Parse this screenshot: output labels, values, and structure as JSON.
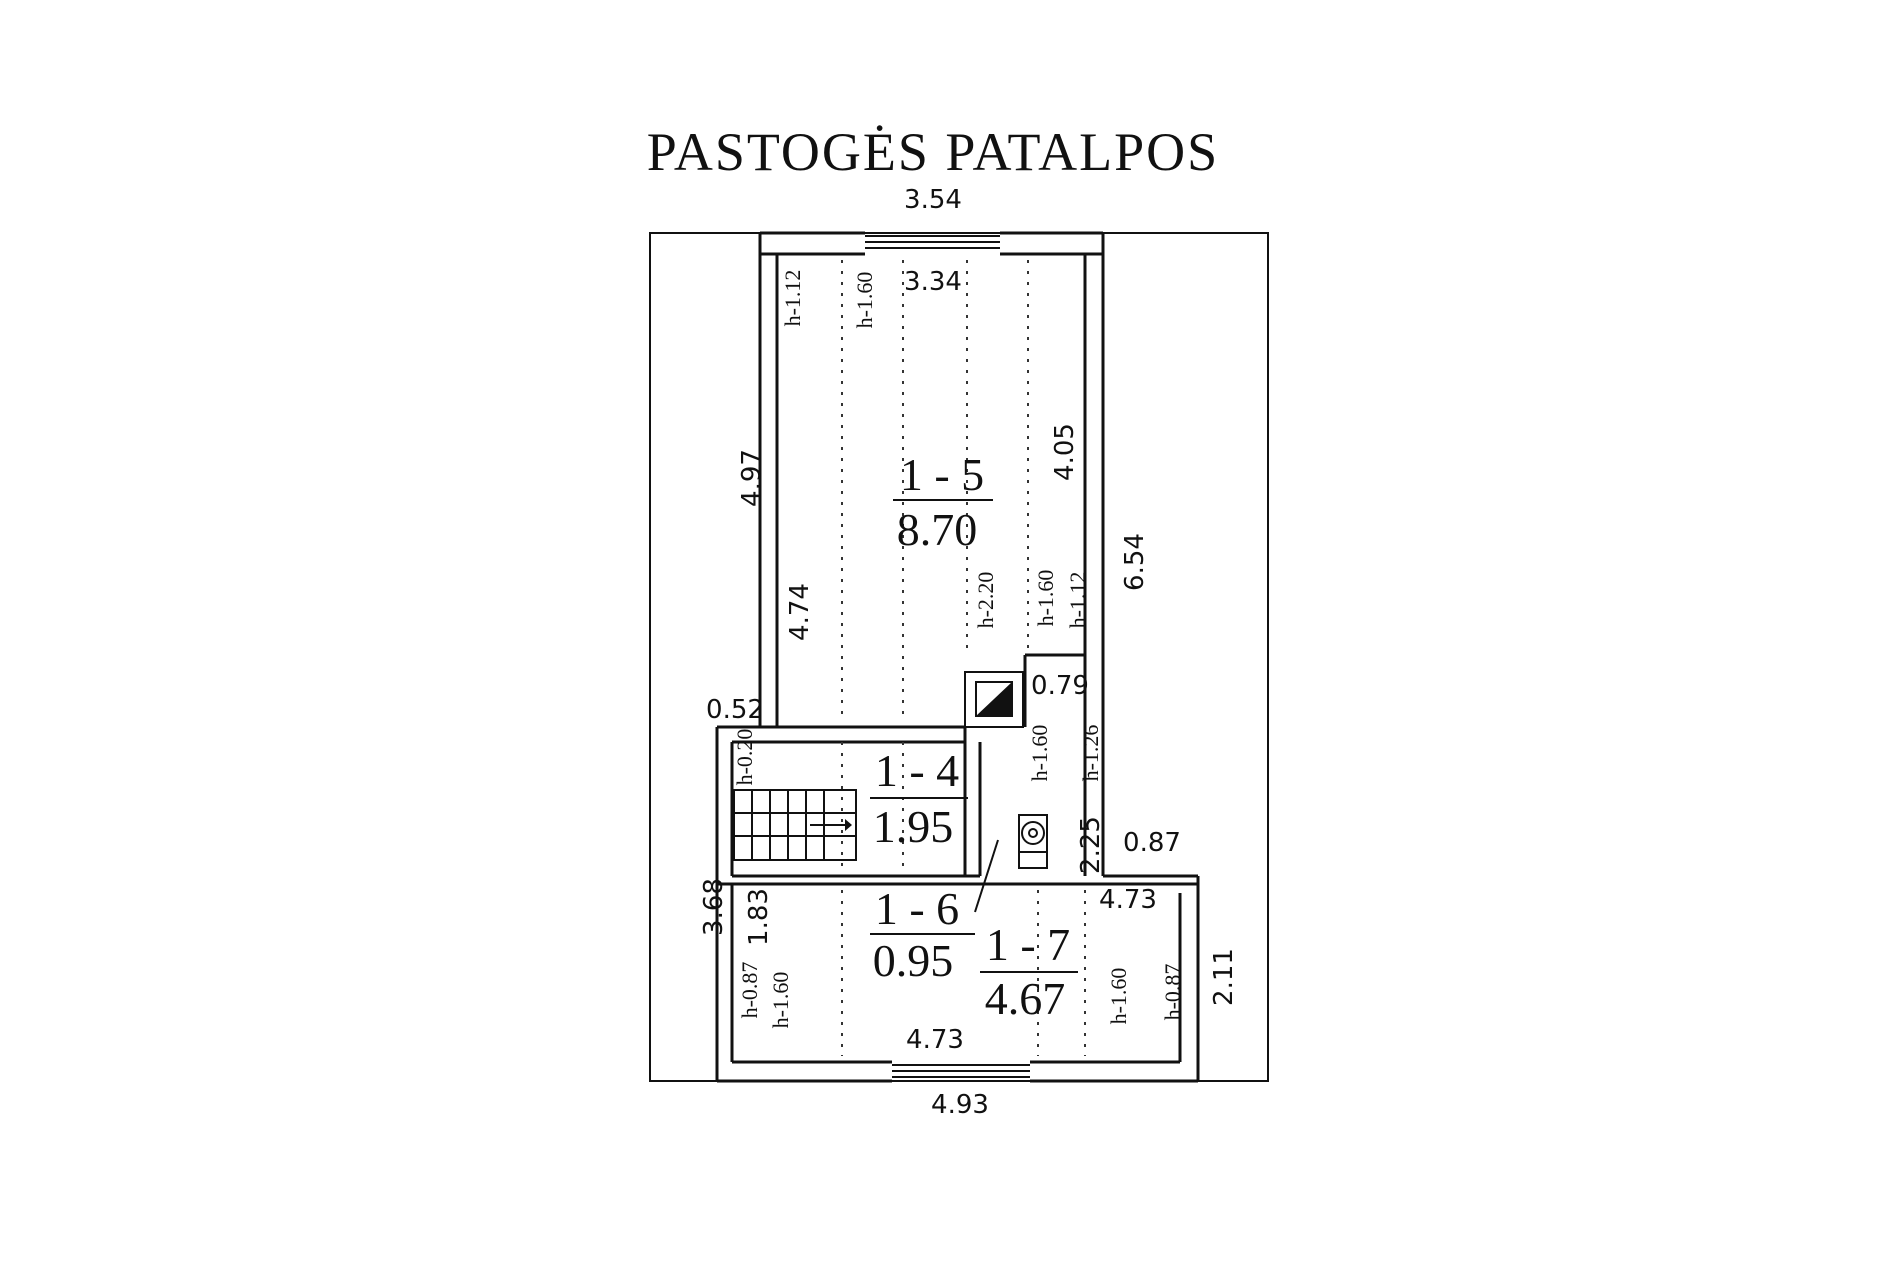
{
  "title": "PASTOGĖS PATALPOS",
  "dimensions": {
    "top_overall": "3.54",
    "bottom_overall": "4.93",
    "left_upper": "4.97",
    "right_upper": "6.54",
    "left_lower": "3.68",
    "right_lower": "2.11",
    "room15_top": "3.34",
    "room15_right": "4.05",
    "room15_left": "4.74",
    "step_052": "0.52",
    "bath_079": "0.79",
    "bath_225": "2.25",
    "step_087": "0.87",
    "room17_top": "4.73",
    "room17_bottom": "4.73",
    "room17_left": "1.83"
  },
  "heights": {
    "r15_a": "h-1.12",
    "r15_b": "h-1.60",
    "r15_c": "h-2.20",
    "r15_d": "h-1.60",
    "r15_e": "h-1.12",
    "r14_a": "h-0.20",
    "r16_a": "h-1.60",
    "r16_b": "h-1.26",
    "r17_a": "h-0.87",
    "r17_b": "h-1.60",
    "r17_c": "h-1.60",
    "r17_d": "h-0.87"
  },
  "rooms": [
    {
      "number": "1 - 5",
      "area": "8.70"
    },
    {
      "number": "1 - 4",
      "area": "1.95"
    },
    {
      "number": "1 - 6",
      "area": "0.95"
    },
    {
      "number": "1 - 7",
      "area": "4.67"
    }
  ]
}
